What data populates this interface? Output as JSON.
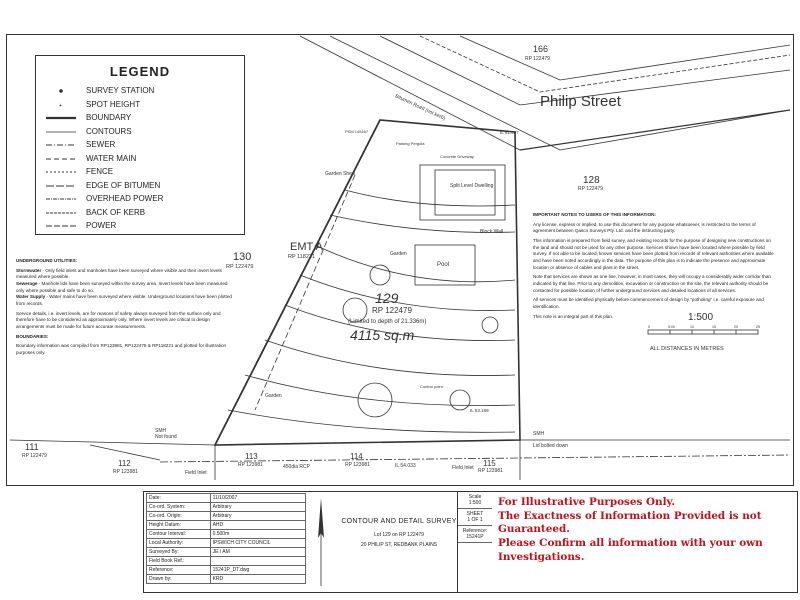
{
  "legend": {
    "title": "LEGEND",
    "items": [
      {
        "label": "SURVEY STATION",
        "symbol": "station-dot-icon"
      },
      {
        "label": "SPOT HEIGHT",
        "symbol": "spot-height-icon"
      },
      {
        "label": "BOUNDARY",
        "symbol": "boundary-line-icon"
      },
      {
        "label": "CONTOURS",
        "symbol": "contour-line-icon"
      },
      {
        "label": "SEWER",
        "symbol": "sewer-line-icon"
      },
      {
        "label": "WATER MAIN",
        "symbol": "water-main-line-icon"
      },
      {
        "label": "FENCE",
        "symbol": "fence-line-icon"
      },
      {
        "label": "EDGE OF BITUMEN",
        "symbol": "bitumen-edge-icon"
      },
      {
        "label": "OVERHEAD POWER",
        "symbol": "overhead-power-icon"
      },
      {
        "label": "BACK OF KERB",
        "symbol": "back-of-kerb-icon"
      },
      {
        "label": "POWER",
        "symbol": "power-line-icon"
      }
    ]
  },
  "underground": {
    "heading": "UNDERGROUND UTILITIES:",
    "stormwater_label": "Stormwater",
    "stormwater_text": " - Only field inlets and manholes have been surveyed where visible and their invert levels measured where possible.",
    "sewerage_label": "Sewerage",
    "sewerage_text": " - Manhole lids have been surveyed within the survey area. Invert levels have been measured only where possible and safe to do so.",
    "water_label": "Water Supply",
    "water_text": " - Water mains have been surveyed where visible. Underground locations have been plotted from records.",
    "service_details": "Service details, i.e. invert levels, are for reasons of safety always surveyed from the surface only and therefore have to be considered as approximately only. Where invert levels are critical to design arrangements must be made for future accurate measurements.",
    "boundaries_heading": "BOUNDARIES:",
    "boundaries_text": "Boundary information was compiled from RP123981, RP122479 & RP118221 and plotted for illustration purposes only."
  },
  "important_notes": {
    "heading": "IMPORTANT NOTES TO USERS OF THIS INFORMATION:",
    "p1": "Any license, express or implied, to use this document for any purpose whatsoever, is restricted to the terms of agreement between Qasco Surveys Pty. Ltd. and the instructing party.",
    "p2": "This information is prepared from field survey, and existing records for the purpose of designing new constructions on the land and should not be used for any other purpose. Services shown have been located where possible by field survey. If not able to be located, known services have been plotted from records of relevant authorities where available and have been noted accordingly in the data. The purpose of this plan is to indicate the presence and approximate location or absence of cables and plant in the street.",
    "p3": "Note that services are shown as one line, however, in most cases, they will occupy a considerably wider corridor than indicated by that line. Prior to any demolition, excavation or construction on the site, the relevant authority should be contacted for possible location of further underground services and detailed locations of all services.",
    "p4": "All services must be identified physically before commencement of design by \"potholing\" i.e. careful exposure and identification.",
    "p5": "This note is an integral part of this plan."
  },
  "map_labels": {
    "street": "Philip Street",
    "road_reserve": "Bitumen Road (not kerb)",
    "lot_166": "166",
    "rp_166": "RP 122479",
    "lot_128": "128",
    "rp_128": "RP 122479",
    "lot_130": "130",
    "rp_130": "RP 122479",
    "emt": "EMT A",
    "rp_emt": "RP 118221",
    "lot_129": "129",
    "rp_129": "RP 122479",
    "limited": "(Limited to depth of 21.336m)",
    "area": "4115 sq.m",
    "lot_111": "111",
    "rp_111": "RP 122479",
    "lot_112": "112",
    "rp_112": "RP 123981",
    "lot_113": "113",
    "rp_113": "RP 123981",
    "lot_114": "114",
    "rp_114": "RP 123981",
    "lot_115": "115",
    "rp_115": "RP 123981",
    "dwelling": "Split Level Dwelling",
    "concrete": "Concrete Driveway",
    "pool": "Pool",
    "garden": "Garden",
    "garden_shed": "Garden Shed",
    "garden2": "Garden",
    "block_wall": "Block Wall",
    "parking": "Parking Pergola",
    "smh_left": "SMH",
    "not_found": "Not found",
    "smh_right": "SMH",
    "lid_bolted": "Lid bolted down",
    "field_inlet_left": "Field Inlet",
    "field_inlet_right": "Field Inlet",
    "rcp": "450dia RCP",
    "dist_bottom": "IL 54.033",
    "dist_right": "IL 53.169",
    "dist_top": "IL 61.597",
    "psm": "PSM 145167",
    "control": "Control point"
  },
  "scale": {
    "ratio": "1:500",
    "ticks": [
      "0",
      "5.00",
      "10",
      "15",
      "20",
      "25"
    ],
    "units_note": "ALL DISTANCES IN METRES"
  },
  "titleblock": {
    "rows": [
      {
        "k": "Date:",
        "v": "11/10/2007"
      },
      {
        "k": "Co-ord. System:",
        "v": "Arbitrary"
      },
      {
        "k": "Co-ord. Origin:",
        "v": "Arbitrary"
      },
      {
        "k": "Height Datum:",
        "v": "AHD"
      },
      {
        "k": "Contour Interval:",
        "v": "0.500m"
      },
      {
        "k": "Local Authority:",
        "v": "IPSWICH CITY COUNCIL"
      },
      {
        "k": "Surveyed By:",
        "v": "JE / AM"
      },
      {
        "k": "Field Book Ref.:",
        "v": ""
      },
      {
        "k": "Reference:",
        "v": "15241P_DT.dwg"
      },
      {
        "k": "Drawn by:",
        "v": "KRD"
      }
    ],
    "title": "CONTOUR AND DETAIL SURVEY",
    "lot": "Lot 129 on RP 122479",
    "address": "20 PHILIP ST, REDBANK PLAINS",
    "scale_label": "Scale",
    "scale_value": "1:500",
    "sheet_label": "SHEET",
    "sheet_value": "1 OF 1",
    "reference_label": "Reference:",
    "reference_value": "15241P"
  },
  "disclaimer": {
    "line1": "For Illustrative Purposes Only.",
    "line2": "The Exactness of Information Provided is not",
    "line3": "Guaranteed.",
    "line4": "Please Confirm all information with your own",
    "line5": "Investigations.",
    "color": "#c0101b"
  }
}
